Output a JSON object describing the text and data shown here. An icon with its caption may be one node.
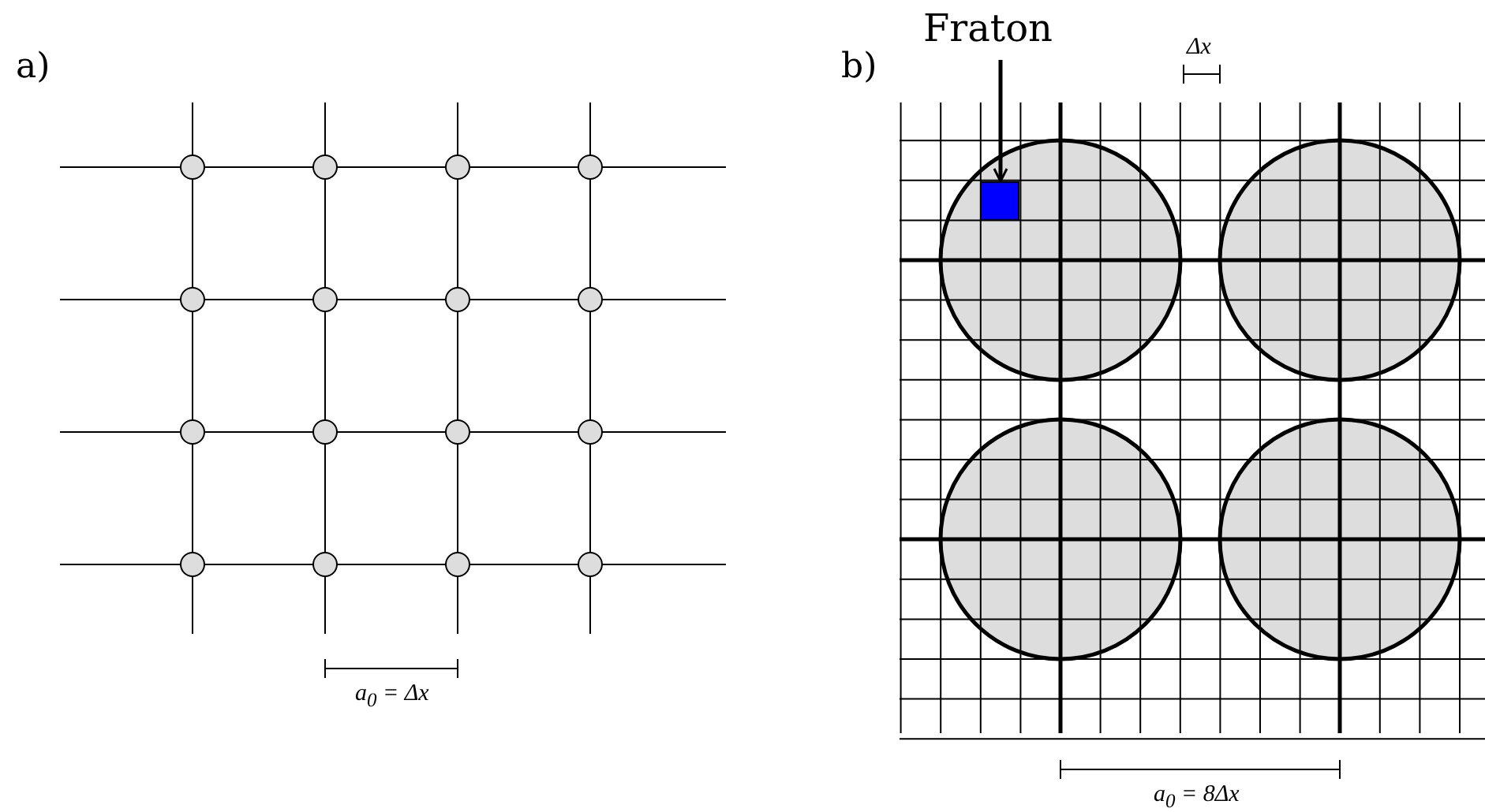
{
  "diagram": {
    "nodes": [
      {
        "text": [
          "Fraton"
        ]
      },
      {
        "text": [],
        "shape": "box"
      }
    ],
    "edges": [
      {
        "from": 0,
        "to": 1,
        "arrow": "to"
      }
    ],
    "labels": [
      "a)",
      "b)",
      "a$_{0}$ = Δx",
      "Δx",
      "a$_{0}$ = 8Δx"
    ]
  }
}
